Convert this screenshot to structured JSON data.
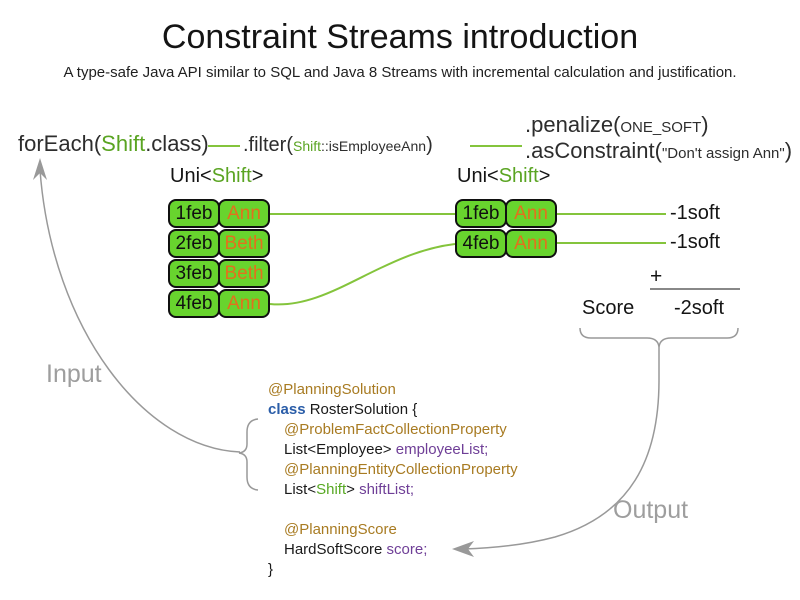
{
  "title": "Constraint Streams introduction",
  "subtitle": "A type-safe Java API similar to SQL and Java 8 Streams with incremental calculation and justification.",
  "stream_api": {
    "for_each": {
      "pre": "forEach(",
      "cls": "Shift",
      "post": ".class)"
    },
    "filter": {
      "pre": ".filter(",
      "arg_cls": "Shift",
      "arg_rest": "::isEmployeeAnn",
      "post": ")"
    },
    "penalize": {
      "pre": ".penalize(",
      "arg": "ONE_SOFT",
      "post": ")"
    },
    "as_constraint": {
      "pre": ".asConstraint(",
      "arg": "\"Don't assign Ann\"",
      "post": ")"
    }
  },
  "left_stream": {
    "type_label": {
      "pre": "Uni<",
      "cls": "Shift",
      "post": ">"
    },
    "rows": [
      {
        "date": "1feb",
        "employee": "Ann"
      },
      {
        "date": "2feb",
        "employee": "Beth"
      },
      {
        "date": "3feb",
        "employee": "Beth"
      },
      {
        "date": "4feb",
        "employee": "Ann"
      }
    ]
  },
  "right_stream": {
    "type_label": {
      "pre": "Uni<",
      "cls": "Shift",
      "post": ">"
    },
    "rows": [
      {
        "date": "1feb",
        "employee": "Ann"
      },
      {
        "date": "4feb",
        "employee": "Ann"
      }
    ]
  },
  "score_summary": {
    "penalties": [
      "-1soft",
      "-1soft"
    ],
    "plus_sign": "+",
    "score_label": "Score",
    "total": "-2soft"
  },
  "flow_labels": {
    "input": "Input",
    "output": "Output"
  },
  "code": {
    "lines": [
      {
        "tokens": [
          {
            "text": "@PlanningSolution",
            "style": "annotation"
          }
        ]
      },
      {
        "tokens": [
          {
            "text": "class",
            "style": "keyword"
          },
          {
            "text": " RosterSolution {",
            "style": "plain"
          }
        ]
      },
      {
        "tokens": [
          {
            "text": "@ProblemFactCollectionProperty",
            "style": "annotation"
          }
        ]
      },
      {
        "tokens": [
          {
            "text": "List<Employee> ",
            "style": "plain"
          },
          {
            "text": "employeeList;",
            "style": "field"
          }
        ]
      },
      {
        "tokens": [
          {
            "text": "@PlanningEntityCollectionProperty",
            "style": "annotation"
          }
        ]
      },
      {
        "tokens": [
          {
            "text": "List<",
            "style": "plain"
          },
          {
            "text": "Shift",
            "style": "type-green"
          },
          {
            "text": "> ",
            "style": "plain"
          },
          {
            "text": "shiftList;",
            "style": "field"
          }
        ]
      },
      {
        "tokens": [
          {
            "text": "",
            "style": "plain"
          }
        ]
      },
      {
        "tokens": [
          {
            "text": "@PlanningScore",
            "style": "annotation"
          }
        ]
      },
      {
        "tokens": [
          {
            "text": "HardSoftScore ",
            "style": "plain"
          },
          {
            "text": "score;",
            "style": "field"
          }
        ]
      },
      {
        "tokens": [
          {
            "text": "}",
            "style": "plain"
          }
        ]
      }
    ]
  },
  "colors": {
    "cell_fill": "#68d42e",
    "green_text": "#5aa422",
    "green_line": "#84c43c",
    "employee_orange": "#e2711d",
    "annotation_brown": "#a87b22",
    "keyword_blue": "#2a5da8",
    "field_purple": "#6f3f97",
    "gray_flow": "#9a9a9a",
    "sum_line_gray": "#888888"
  }
}
